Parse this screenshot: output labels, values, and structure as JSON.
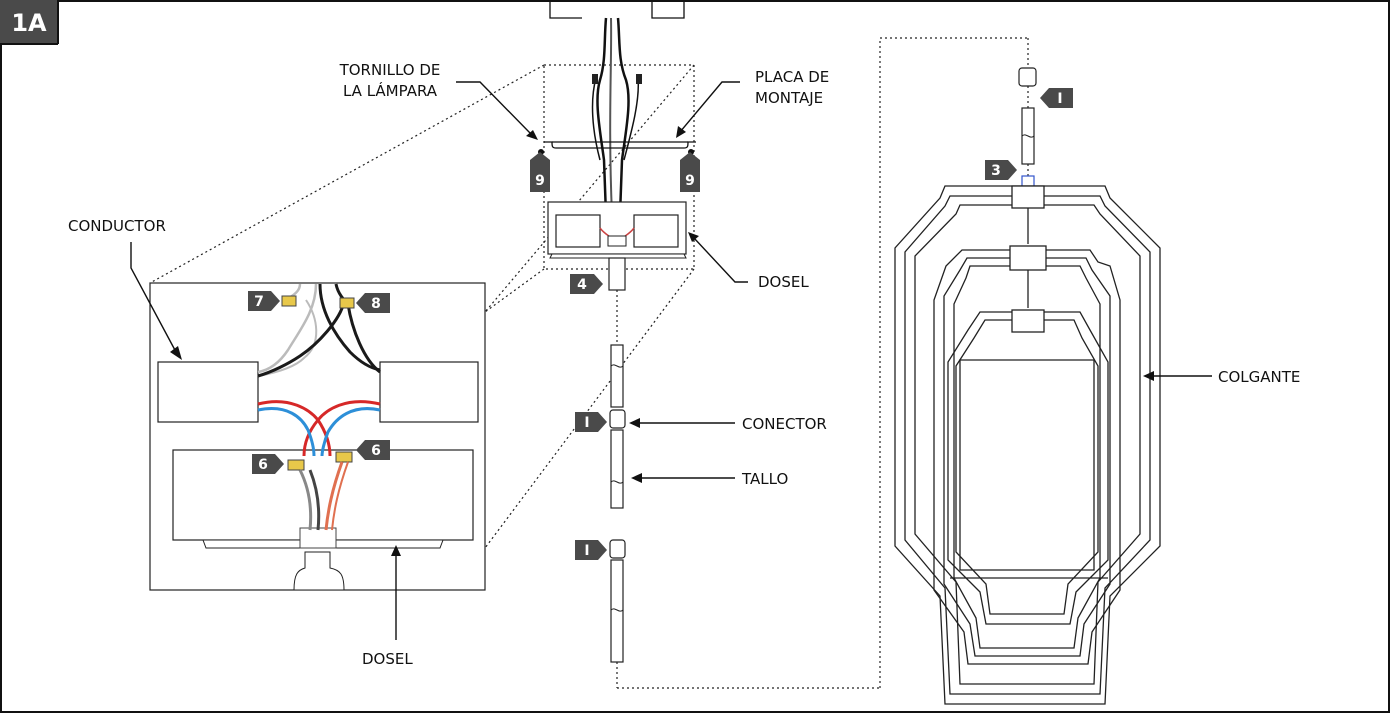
{
  "figure_id": "1A",
  "labels": {
    "tornillo": [
      "TORNILLO DE",
      "LA LÁMPARA"
    ],
    "placa": [
      "PLACA DE",
      "MONTAJE"
    ],
    "conductor": "CONDUCTOR",
    "dosel_top": "DOSEL",
    "dosel_bottom": "DOSEL",
    "conector": "CONECTOR",
    "tallo": "TALLO",
    "colgante": "COLGANTE"
  },
  "tags": {
    "t9a": "9",
    "t9b": "9",
    "t7": "7",
    "t8": "8",
    "t6a": "6",
    "t6b": "6",
    "t4": "4",
    "t3": "3",
    "t1a": "I",
    "t1b": "I",
    "t1c": "I"
  },
  "colors": {
    "tag_fill": "#4a4a4a",
    "wire_red": "#d62828",
    "wire_blue": "#2d8fd8",
    "wire_black": "#1a1a1a",
    "wire_gray": "#888888",
    "wire_orange": "#e07050"
  }
}
